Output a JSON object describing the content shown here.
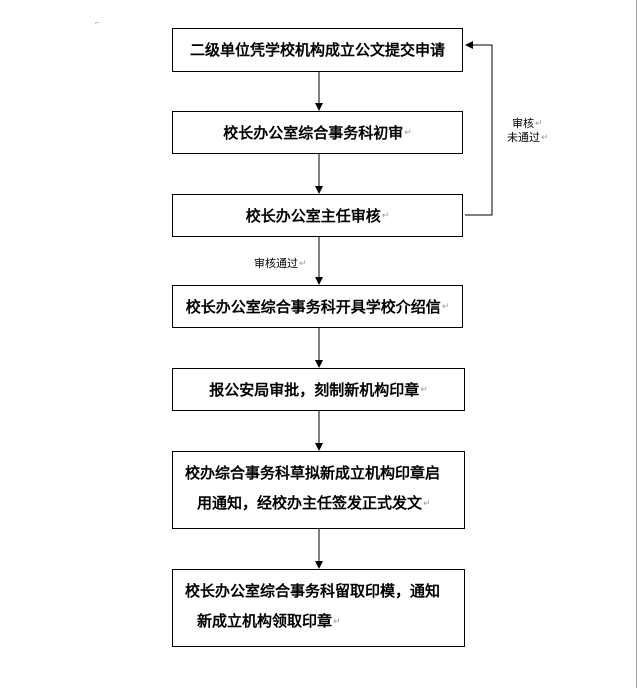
{
  "steps": [
    {
      "text": "二级单位凭学校机构成立公文提交申请"
    },
    {
      "text": "校长办公室综合事务科初审"
    },
    {
      "text": "校长办公室主任审核"
    },
    {
      "text": "校长办公室综合事务科开具学校介绍信"
    },
    {
      "text": "报公安局审批，刻制新机构印章"
    },
    {
      "lines": [
        "校办综合事务科草拟新成立机构印章启",
        "用通知，经校办主任签发正式发文"
      ]
    },
    {
      "lines": [
        "校长办公室综合事务科留取印模，通知",
        "新成立机构领取印章"
      ]
    }
  ],
  "labels": {
    "approved": "审核通过",
    "rejected_line1": "审核",
    "rejected_line2": "未通过"
  },
  "paragraph_mark": "↵"
}
